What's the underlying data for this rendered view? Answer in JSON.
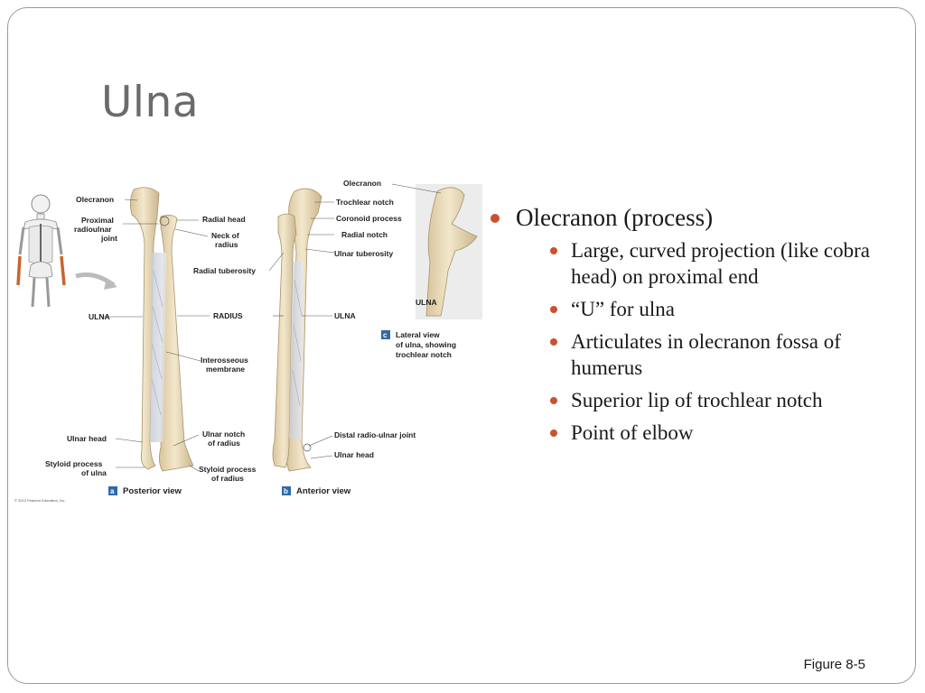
{
  "slide": {
    "title": "Ulna",
    "figure_ref": "Figure 8-5"
  },
  "bullets": [
    {
      "text": "Olecranon (process)",
      "children": [
        "Large, curved projection (like cobra head) on  proximal end",
        "“U” for ulna",
        "Articulates  in olecranon fossa of humerus",
        "Superior lip of trochlear notch",
        "Point of elbow"
      ]
    }
  ],
  "figure": {
    "copyright": "© 2012 Pearson Education, Inc.",
    "panel_a": {
      "tag": "a",
      "title": "Posterior view",
      "labels": {
        "olecranon": "Olecranon",
        "proximal_joint_1": "Proximal",
        "proximal_joint_2": "radioulnar",
        "proximal_joint_3": "joint",
        "ulna": "ULNA",
        "ulnar_head": "Ulnar head",
        "styloid_ulna_1": "Styloid process",
        "styloid_ulna_2": "of ulna"
      }
    },
    "middle_labels": {
      "radial_head": "Radial head",
      "neck_1": "Neck of",
      "neck_2": "radius",
      "radial_tuberosity": "Radial tuberosity",
      "radius": "RADIUS",
      "interosseous_1": "Interosseous",
      "interosseous_2": "membrane",
      "ulnar_notch_1": "Ulnar notch",
      "ulnar_notch_2": "of radius",
      "styloid_radius_1": "Styloid process",
      "styloid_radius_2": "of radius"
    },
    "panel_b": {
      "tag": "b",
      "title": "Anterior view",
      "labels": {
        "olecranon": "Olecranon",
        "trochlear_notch": "Trochlear notch",
        "coronoid_process": "Coronoid process",
        "radial_notch": "Radial notch",
        "ulnar_tuberosity": "Ulnar tuberosity",
        "ulna": "ULNA",
        "distal_joint": "Distal radio-ulnar joint",
        "ulnar_head": "Ulnar head"
      }
    },
    "panel_c": {
      "tag": "c",
      "title_1": "Lateral view",
      "title_2": "of ulna, showing",
      "title_3": "trochlear notch",
      "bone_label": "ULNA"
    },
    "colors": {
      "bone": "#ead9b5",
      "bone_shade": "#cdb88f",
      "accent": "#c9532e",
      "tag_blue": "#2f6aa8"
    }
  }
}
